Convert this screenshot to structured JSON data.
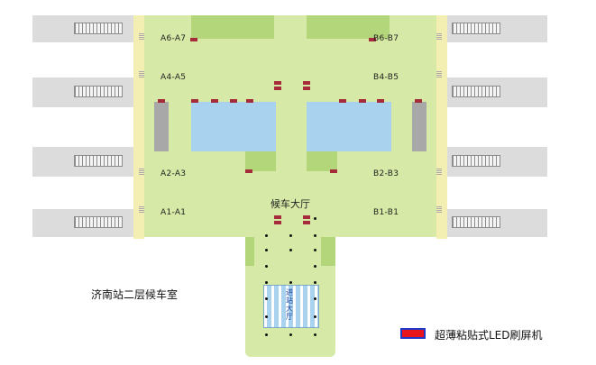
{
  "map": {
    "title": "济南站二层候车室",
    "main_hall_label": "候车大厅",
    "entry_hall_label": "进站大厅",
    "gates_left": [
      "A6-A7",
      "A4-A5",
      "A2-A3",
      "A1-A1"
    ],
    "gates_right": [
      "B6-B7",
      "B4-B5",
      "B2-B3",
      "B1-B1"
    ]
  },
  "legend": {
    "label": "超薄粘贴式LED刷屏机",
    "fill_color": "#e8151c",
    "border_color": "#2336c8"
  },
  "colors": {
    "hall": "#d6e9a6",
    "platform": "#dcdcdc",
    "water": "#a9d2ee",
    "led_marker": "#a52a3a"
  }
}
